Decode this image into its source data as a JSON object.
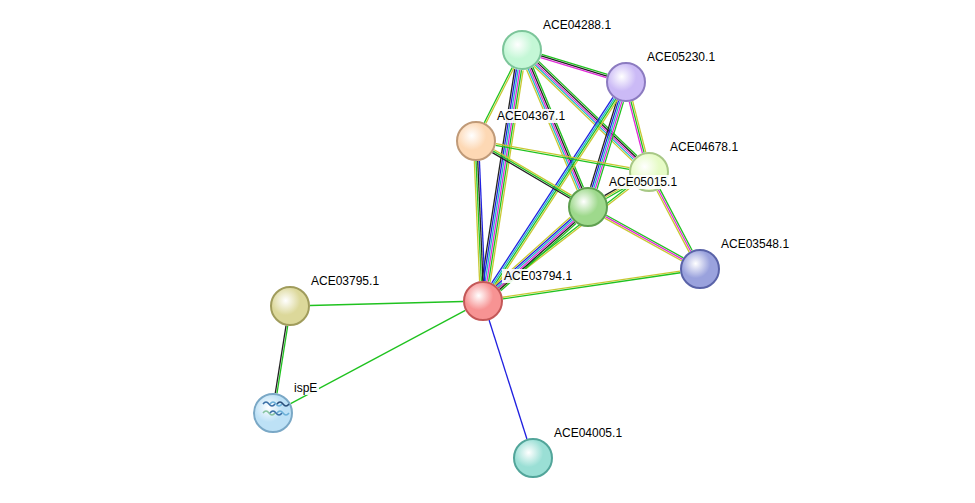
{
  "diagram": {
    "nodes": [
      {
        "text": [
          "ACE04288.1"
        ]
      },
      {
        "text": [
          "ACE05230.1"
        ]
      },
      {
        "text": [
          "ACE04367.1"
        ]
      },
      {
        "text": [
          "ACE04678.1"
        ]
      },
      {
        "text": [
          "ACE05015.1"
        ]
      },
      {
        "text": [
          "ACE03548.1"
        ]
      },
      {
        "text": [
          "ACE03794.1"
        ]
      },
      {
        "text": [
          "ACE03795.1"
        ]
      },
      {
        "text": [
          "ispE"
        ]
      },
      {
        "text": [
          "ACE04005.1"
        ]
      }
    ],
    "edges": [
      {
        "from": 0,
        "to": 1,
        "arrow": "none"
      },
      {
        "from": 0,
        "to": 2,
        "arrow": "none"
      },
      {
        "from": 0,
        "to": 3,
        "arrow": "none"
      },
      {
        "from": 0,
        "to": 4,
        "arrow": "none"
      },
      {
        "from": 0,
        "to": 6,
        "arrow": "none"
      },
      {
        "from": 1,
        "to": 3,
        "arrow": "none"
      },
      {
        "from": 1,
        "to": 4,
        "arrow": "none"
      },
      {
        "from": 1,
        "to": 6,
        "arrow": "none"
      },
      {
        "from": 2,
        "to": 3,
        "arrow": "none"
      },
      {
        "from": 2,
        "to": 4,
        "arrow": "none"
      },
      {
        "from": 2,
        "to": 6,
        "arrow": "none"
      },
      {
        "from": 3,
        "to": 4,
        "arrow": "none"
      },
      {
        "from": 3,
        "to": 5,
        "arrow": "none"
      },
      {
        "from": 3,
        "to": 6,
        "arrow": "none"
      },
      {
        "from": 4,
        "to": 5,
        "arrow": "none"
      },
      {
        "from": 4,
        "to": 6,
        "arrow": "none"
      },
      {
        "from": 6,
        "to": 5,
        "arrow": "none"
      },
      {
        "from": 7,
        "to": 6,
        "arrow": "none"
      },
      {
        "from": 6,
        "to": 8,
        "arrow": "none"
      },
      {
        "from": 6,
        "to": 9,
        "arrow": "none"
      },
      {
        "from": 7,
        "to": 8,
        "arrow": "none"
      }
    ]
  }
}
